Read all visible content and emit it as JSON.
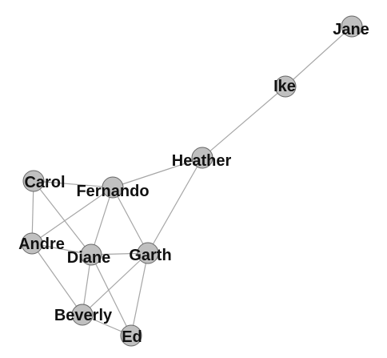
{
  "graph": {
    "nodes": [
      {
        "id": "jane",
        "label": "Jane"
      },
      {
        "id": "ike",
        "label": "Ike"
      },
      {
        "id": "heather",
        "label": "Heather"
      },
      {
        "id": "carol",
        "label": "Carol"
      },
      {
        "id": "fernando",
        "label": "Fernando"
      },
      {
        "id": "andre",
        "label": "Andre"
      },
      {
        "id": "diane",
        "label": "Diane"
      },
      {
        "id": "garth",
        "label": "Garth"
      },
      {
        "id": "beverly",
        "label": "Beverly"
      },
      {
        "id": "ed",
        "label": "Ed"
      }
    ],
    "edges": [
      [
        "jane",
        "ike"
      ],
      [
        "ike",
        "heather"
      ],
      [
        "heather",
        "fernando"
      ],
      [
        "heather",
        "garth"
      ],
      [
        "carol",
        "fernando"
      ],
      [
        "carol",
        "andre"
      ],
      [
        "carol",
        "diane"
      ],
      [
        "fernando",
        "andre"
      ],
      [
        "fernando",
        "diane"
      ],
      [
        "fernando",
        "garth"
      ],
      [
        "andre",
        "diane"
      ],
      [
        "andre",
        "beverly"
      ],
      [
        "diane",
        "garth"
      ],
      [
        "diane",
        "beverly"
      ],
      [
        "diane",
        "ed"
      ],
      [
        "garth",
        "beverly"
      ],
      [
        "garth",
        "ed"
      ],
      [
        "beverly",
        "ed"
      ]
    ]
  }
}
